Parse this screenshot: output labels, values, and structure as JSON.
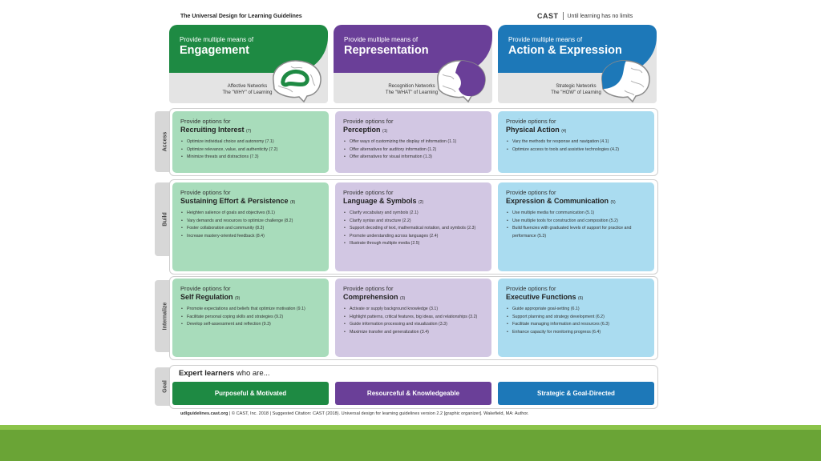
{
  "title": "The Universal Design for Learning Guidelines",
  "brand": {
    "name": "CAST",
    "tagline": "Until learning has no limits"
  },
  "colors": {
    "engagement": "#1e8a43",
    "representation": "#6a3f98",
    "action": "#1d78b8",
    "green_cell": "#a8dcbb",
    "purple_cell": "#d2c7e3",
    "blue_cell": "#aadcf0",
    "bottom_bar": "#6aa436"
  },
  "principles": [
    {
      "pre": "Provide multiple means of",
      "title": "Engagement",
      "network": "Affective Networks",
      "subtitle": "The \"WHY\" of Learning"
    },
    {
      "pre": "Provide multiple means of",
      "title": "Representation",
      "network": "Recognition Networks",
      "subtitle": "The \"WHAT\" of Learning"
    },
    {
      "pre": "Provide multiple means of",
      "title": "Action & Expression",
      "network": "Strategic Networks",
      "subtitle": "The \"HOW\" of Learning"
    }
  ],
  "row_labels": [
    "Access",
    "Build",
    "Internalize",
    "Goal"
  ],
  "cells": [
    [
      {
        "pre": "Provide options for",
        "title": "Recruiting Interest",
        "num": "(7)",
        "items": [
          "Optimize individual choice and autonomy (7.1)",
          "Optimize relevance, value, and authenticity (7.2)",
          "Minimize threats and distractions (7.3)"
        ]
      },
      {
        "pre": "Provide options for",
        "title": "Perception",
        "num": "(1)",
        "items": [
          "Offer ways of customizing the display of information (1.1)",
          "Offer alternatives for auditory information (1.2)",
          "Offer alternatives for visual information (1.3)"
        ]
      },
      {
        "pre": "Provide options for",
        "title": "Physical Action",
        "num": "(4)",
        "items": [
          "Vary the methods for response and navigation (4.1)",
          "Optimize access to tools and assistive technologies (4.2)"
        ]
      }
    ],
    [
      {
        "pre": "Provide options for",
        "title": "Sustaining Effort & Persistence",
        "num": "(8)",
        "items": [
          "Heighten salience of goals and objectives (8.1)",
          "Vary demands and resources to optimize challenge (8.2)",
          "Foster collaboration and community (8.3)",
          "Increase mastery-oriented feedback (8.4)"
        ]
      },
      {
        "pre": "Provide options for",
        "title": "Language & Symbols",
        "num": "(2)",
        "items": [
          "Clarify vocabulary and symbols (2.1)",
          "Clarify syntax and structure (2.2)",
          "Support decoding of text, mathematical notation, and symbols (2.3)",
          "Promote understanding across languages (2.4)",
          "Illustrate through multiple media (2.5)"
        ]
      },
      {
        "pre": "Provide options for",
        "title": "Expression & Communication",
        "num": "(5)",
        "items": [
          "Use multiple media for communication (5.1)",
          "Use multiple tools for construction and composition (5.2)",
          "Build fluencies with graduated levels of support for practice and performance (5.3)"
        ]
      }
    ],
    [
      {
        "pre": "Provide options for",
        "title": "Self Regulation",
        "num": "(9)",
        "items": [
          "Promote expectations and beliefs that optimize motivation (9.1)",
          "Facilitate personal coping skills and strategies (9.2)",
          "Develop self-assessment and reflection (9.3)"
        ]
      },
      {
        "pre": "Provide options for",
        "title": "Comprehension",
        "num": "(3)",
        "items": [
          "Activate or supply background knowledge (3.1)",
          "Highlight patterns, critical features, big ideas, and relationships (3.2)",
          "Guide information processing and visualization (3.3)",
          "Maximize transfer and generalization (3.4)"
        ]
      },
      {
        "pre": "Provide options for",
        "title": "Executive Functions",
        "num": "(6)",
        "items": [
          "Guide appropriate goal-setting (6.1)",
          "Support planning and strategy development (6.2)",
          "Facilitate managing information and resources (6.3)",
          "Enhance capacity for monitoring progress (6.4)"
        ]
      }
    ]
  ],
  "goal": {
    "lead_bold": "Expert learners",
    "lead_rest": " who are...",
    "items": [
      "Purposeful & Motivated",
      "Resourceful & Knowledgeable",
      "Strategic & Goal-Directed"
    ]
  },
  "footer": {
    "site": "udlguidelines.cast.org",
    "rest": " | © CAST, Inc. 2018  |  Suggested Citation: CAST (2018). Universal design for learning guidelines version 2.2 [graphic organizer]. Wakefield, MA: Author."
  }
}
